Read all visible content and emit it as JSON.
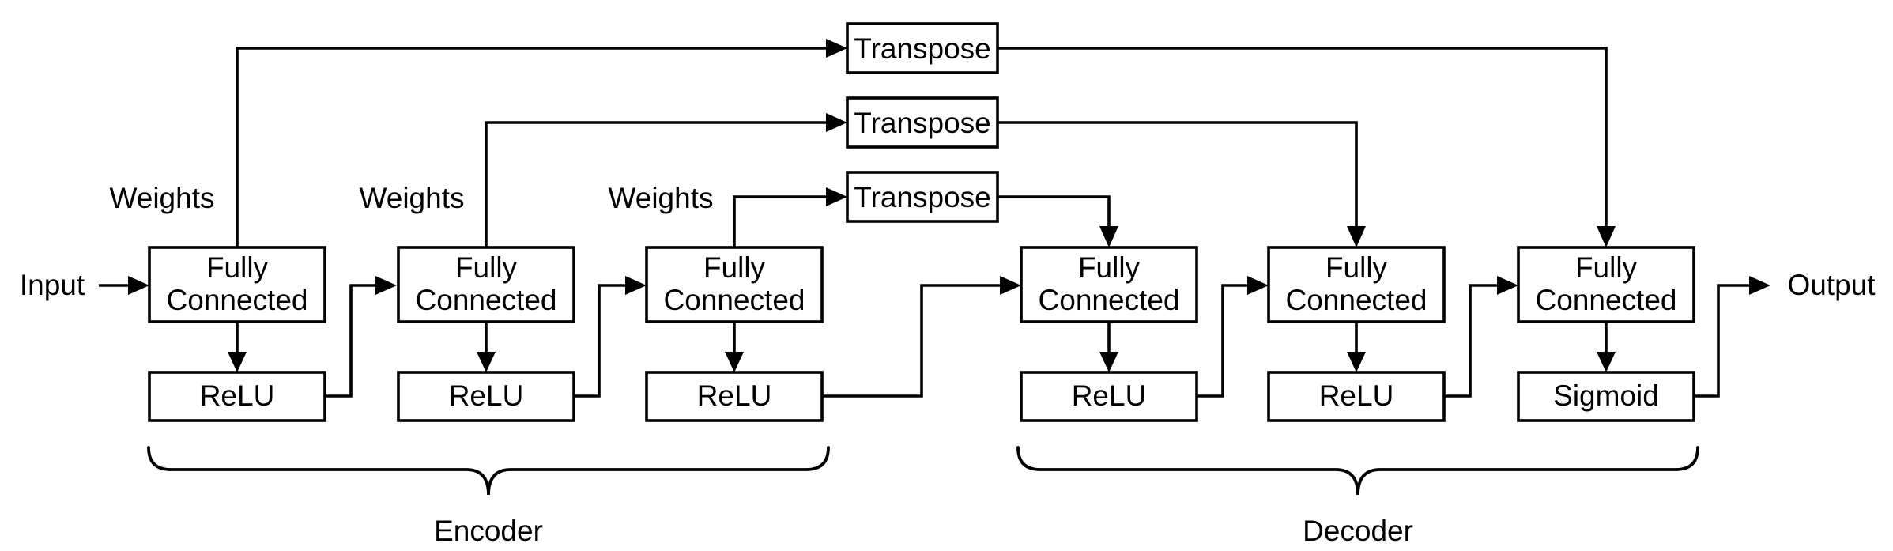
{
  "diagram": {
    "kind": "autoencoder-architecture",
    "input_label": "Input",
    "output_label": "Output",
    "weights_labels": [
      "Weights",
      "Weights",
      "Weights"
    ],
    "transpose_labels": [
      "Transpose",
      "Transpose",
      "Transpose"
    ],
    "encoder": {
      "label": "Encoder",
      "layers": [
        {
          "box_line1": "Fully",
          "box_line2": "Connected",
          "activation": "ReLU"
        },
        {
          "box_line1": "Fully",
          "box_line2": "Connected",
          "activation": "ReLU"
        },
        {
          "box_line1": "Fully",
          "box_line2": "Connected",
          "activation": "ReLU"
        }
      ]
    },
    "decoder": {
      "label": "Decoder",
      "layers": [
        {
          "box_line1": "Fully",
          "box_line2": "Connected",
          "activation": "ReLU"
        },
        {
          "box_line1": "Fully",
          "box_line2": "Connected",
          "activation": "ReLU"
        },
        {
          "box_line1": "Fully",
          "box_line2": "Connected",
          "activation": "Sigmoid"
        }
      ]
    },
    "colors": {
      "stroke": "#000000",
      "background": "#ffffff"
    }
  }
}
